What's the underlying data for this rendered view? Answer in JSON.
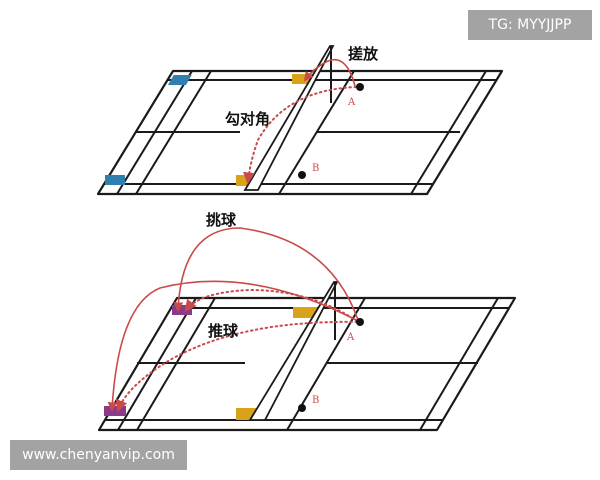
{
  "watermark": "TG: MYYJJPP",
  "footer_mark": "www.chenyanvip.com",
  "colors": {
    "court_line": "#1a1a1a",
    "trajectory": "#c94a4a",
    "zone_blue": "#2f7fb0",
    "zone_gold": "#d9a21b",
    "zone_purple": "#8b3a87",
    "watermark_bg": "#a3a3a3"
  },
  "icons": [
    "shuttle-point-icon",
    "arrowhead-icon"
  ],
  "diagrams": [
    {
      "labels": {
        "net_shot": "搓放",
        "cross": "勾对角"
      },
      "points": {
        "a": "A",
        "b": "B"
      }
    },
    {
      "labels": {
        "lift": "挑球",
        "push": "推球"
      },
      "points": {
        "a": "A",
        "b": "B"
      }
    }
  ]
}
